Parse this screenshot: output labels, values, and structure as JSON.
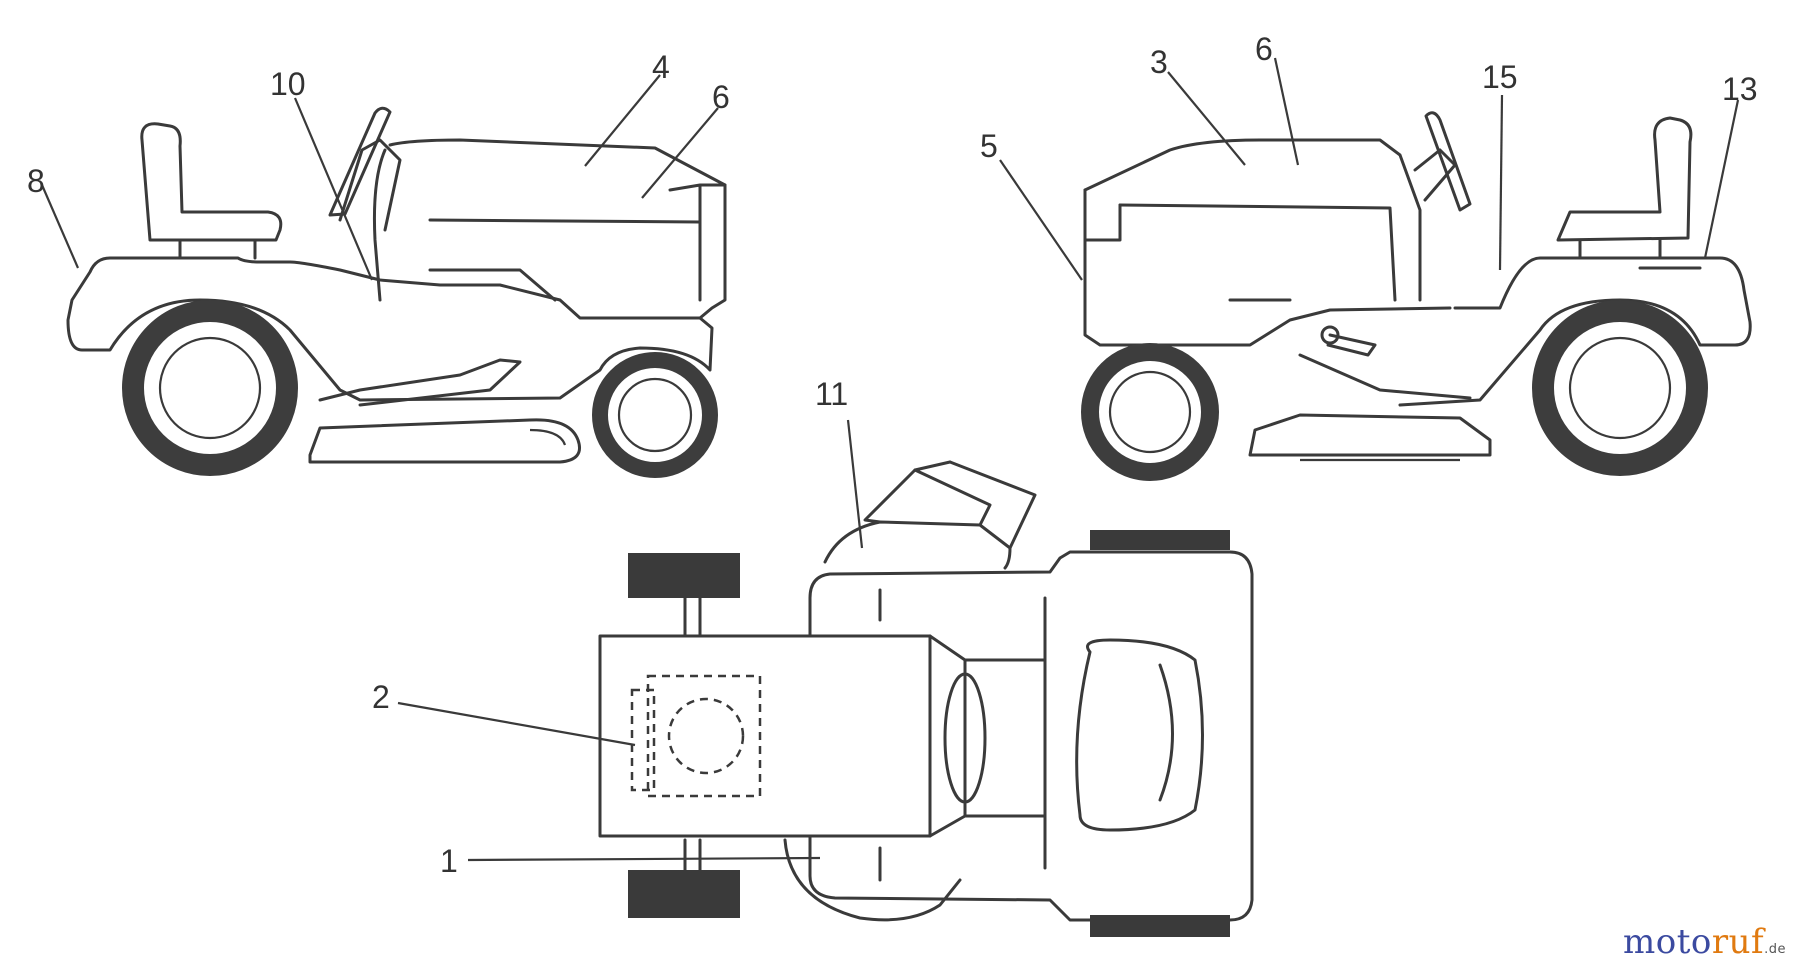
{
  "diagram": {
    "callouts": {
      "c1": "1",
      "c2": "2",
      "c3": "3",
      "c4": "4",
      "c5": "5",
      "c6_left": "6",
      "c6_right": "6",
      "c8": "8",
      "c10": "10",
      "c11": "11",
      "c13": "13",
      "c15": "15"
    }
  },
  "watermark": {
    "brand_part1": "moto",
    "brand_part2": "ruf",
    "domain": ".de",
    "colors": {
      "part1": "#3b4aa0",
      "part2": "#e07a10"
    }
  }
}
